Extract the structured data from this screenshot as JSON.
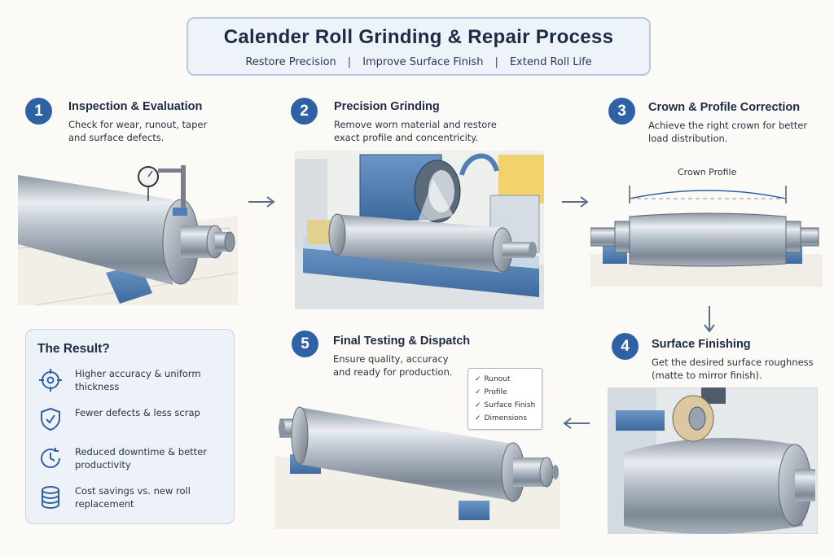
{
  "header": {
    "title": "Calender Roll Grinding & Repair Process",
    "sub1": "Restore Precision",
    "sub2": "Improve Surface Finish",
    "sub3": "Extend Roll Life",
    "separator": "|"
  },
  "steps": [
    {
      "number": "1",
      "title": "Inspection & Evaluation",
      "desc": "Check for wear, runout, taper and surface defects."
    },
    {
      "number": "2",
      "title": "Precision Grinding",
      "desc": "Remove worn material and restore exact profile and concentricity."
    },
    {
      "number": "3",
      "title": "Crown & Profile Correction",
      "desc": "Achieve the right crown for better load distribution."
    },
    {
      "number": "4",
      "title": "Surface Finishing",
      "desc": "Get the desired surface roughness (matte to mirror finish)."
    },
    {
      "number": "5",
      "title": "Final Testing & Dispatch",
      "desc": "Ensure quality, accuracy and ready for production."
    }
  ],
  "crown_profile_label": "Crown Profile",
  "checklist": [
    "Runout",
    "Profile",
    "Surface Finish",
    "Dimensions"
  ],
  "result": {
    "title": "The Result?",
    "items": [
      {
        "icon": "target-icon",
        "text": "Higher accuracy & uniform thickness"
      },
      {
        "icon": "shield-check-icon",
        "text": "Fewer defects & less scrap"
      },
      {
        "icon": "clock-icon",
        "text": "Reduced downtime & better productivity"
      },
      {
        "icon": "coins-icon",
        "text": "Cost savings vs. new roll replacement"
      }
    ]
  },
  "colors": {
    "accent": "#2f62a4",
    "steel": "#b9c2cc",
    "machine_blue": "#4f7fb5",
    "panel": "#edf2f8"
  }
}
